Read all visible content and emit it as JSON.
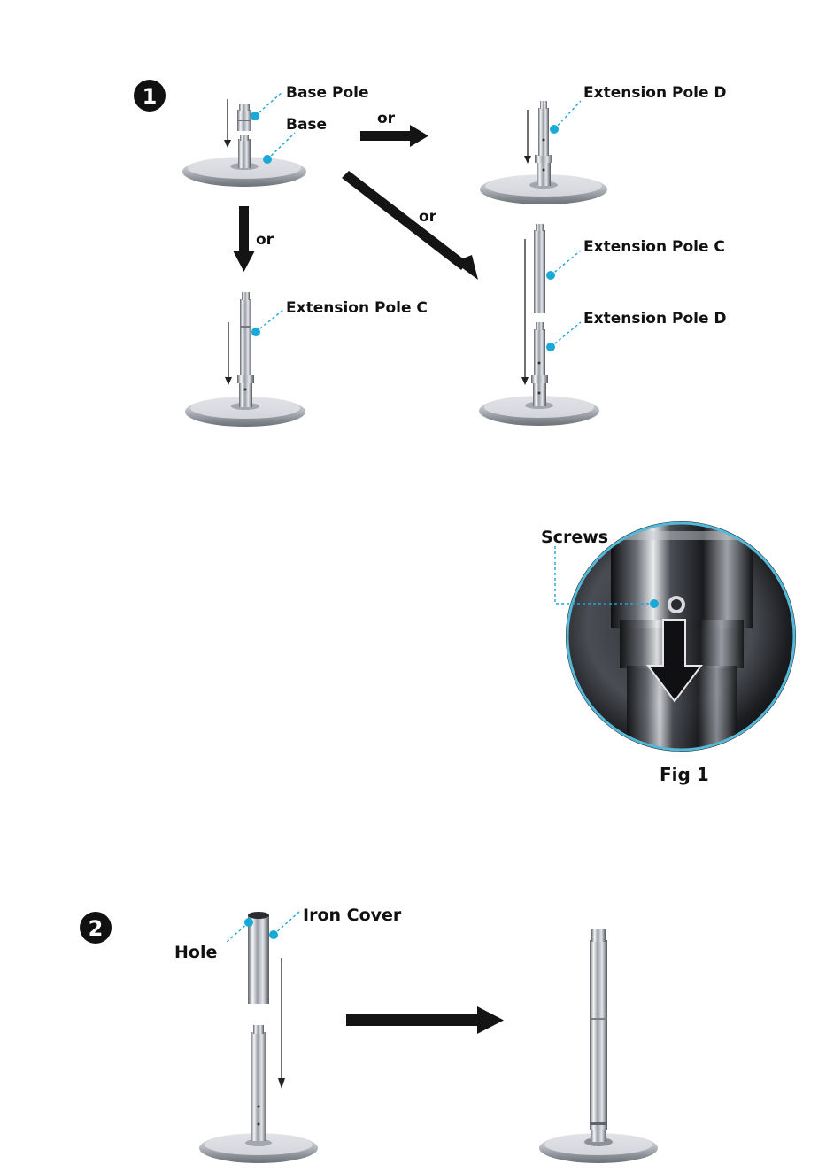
{
  "step1": {
    "number": "1",
    "labels": {
      "base_pole": "Base Pole",
      "base": "Base",
      "ext_d_top": "Extension Pole D",
      "ext_c_right": "Extension Pole C",
      "ext_d_right": "Extension Pole D",
      "ext_c_left": "Extension Pole C"
    },
    "or_right": "or",
    "or_diag": "or",
    "or_down": "or"
  },
  "fig1": {
    "screws_label": "Screws",
    "caption": "Fig 1"
  },
  "step2": {
    "number": "2",
    "hole_label": "Hole",
    "iron_cover_label": "Iron Cover"
  },
  "colors": {
    "leader": "#1aa6d6",
    "dot": "#19a9d8",
    "chrome_dark": "#6d7178",
    "chrome_light": "#f4f5f7",
    "arrow": "#141414"
  }
}
